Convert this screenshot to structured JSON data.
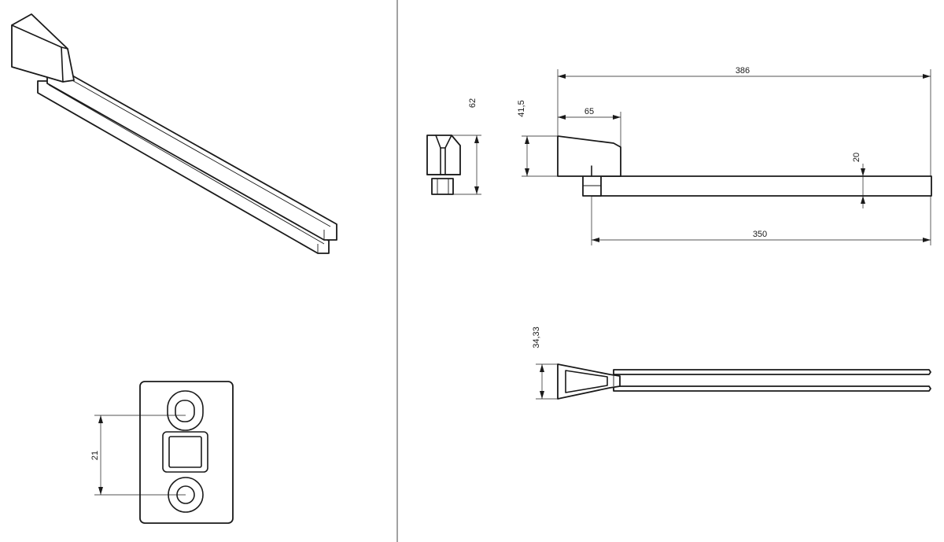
{
  "dimensions": {
    "overall_length": "386",
    "bar_length": "350",
    "head_length": "65",
    "head_height": "41,5",
    "bar_thickness": "20",
    "end_view_height": "62",
    "top_view_width": "34,33",
    "plate_hole_spacing": "21"
  }
}
